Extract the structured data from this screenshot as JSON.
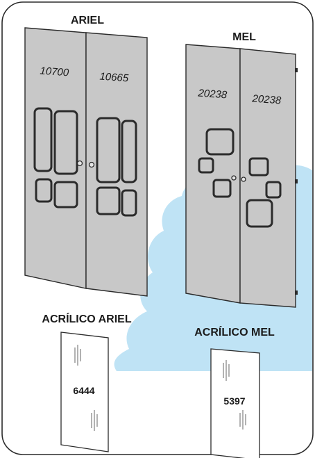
{
  "colors": {
    "frame_stroke": "#2b2b2b",
    "door_fill": "#c8c8c8",
    "door_stroke": "#2b2b2b",
    "cloud_fill": "#bfe3f5",
    "acrylic_fill": "#ffffff"
  },
  "ariel": {
    "title": "ARIEL",
    "left_code": "10700",
    "right_code": "10665"
  },
  "mel": {
    "title": "MEL",
    "left_code": "20238",
    "right_code": "20238"
  },
  "acrylic_ariel": {
    "title": "ACRÍLICO ARIEL",
    "code": "6444"
  },
  "acrylic_mel": {
    "title": "ACRÍLICO MEL",
    "code": "5397"
  }
}
